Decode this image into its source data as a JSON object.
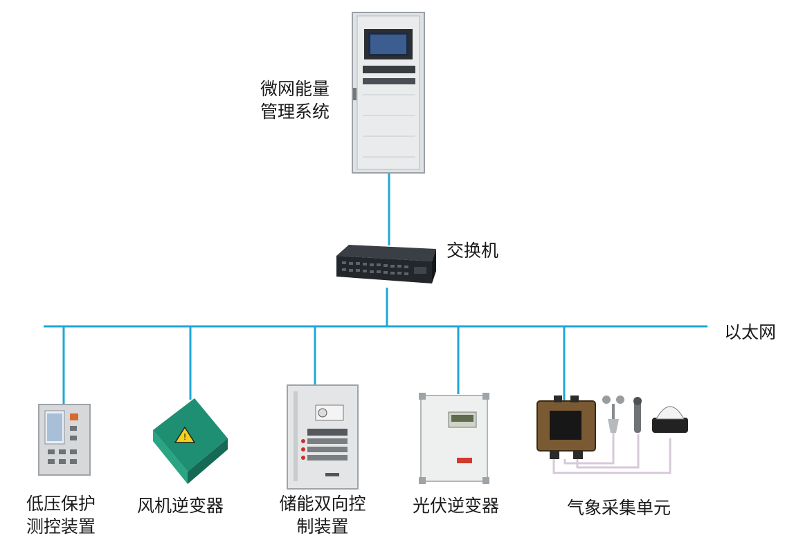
{
  "diagram": {
    "colors": {
      "link": "#1ea7d9",
      "text": "#1a1a1a",
      "cabinet": "#e3e5e6",
      "device_green": "#1f8f73",
      "switch": "#23272c"
    },
    "top": {
      "icon": "server-cabinet-icon",
      "label_lines": [
        "微网能量",
        "管理系统"
      ]
    },
    "switch": {
      "icon": "network-switch-icon",
      "label": "交换机"
    },
    "bus": {
      "label": "以太网"
    },
    "devices": [
      {
        "key": "lv",
        "icon": "protection-relay-icon",
        "label_lines": [
          "低压保护",
          "测控装置"
        ]
      },
      {
        "key": "wind",
        "icon": "wind-inverter-icon",
        "label_lines": [
          "风机逆变器"
        ]
      },
      {
        "key": "storage",
        "icon": "control-cabinet-icon",
        "label_lines": [
          "储能双向控",
          "制装置"
        ]
      },
      {
        "key": "pv",
        "icon": "pv-inverter-icon",
        "label_lines": [
          "光伏逆变器"
        ]
      },
      {
        "key": "weather",
        "icon": "weather-station-icon",
        "label_lines": [
          "气象采集单元"
        ]
      }
    ]
  }
}
